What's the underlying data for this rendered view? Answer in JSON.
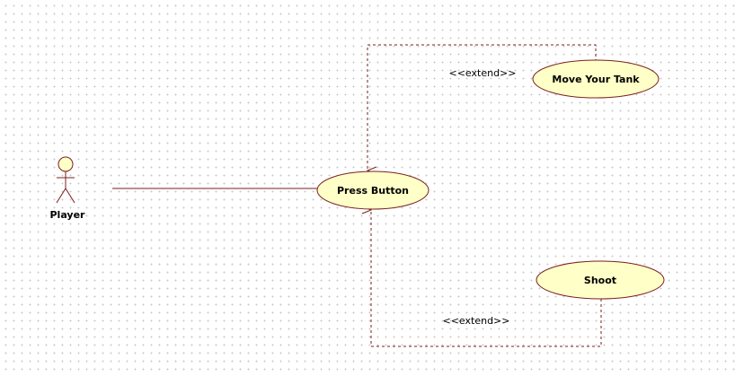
{
  "diagram": {
    "actor": {
      "name": "Player"
    },
    "use_cases": {
      "press_button": "Press Button",
      "move_your_tank": "Move Your Tank",
      "shoot": "Shoot"
    },
    "relationships": {
      "extend_move_tank": "<<extend>>",
      "extend_shoot": "<<extend>>"
    }
  },
  "colors": {
    "line": "#7a1f1f",
    "use_case_fill": "#ffffc8",
    "use_case_stroke": "#7a1f1f",
    "actor_fill": "#ffffc8"
  }
}
